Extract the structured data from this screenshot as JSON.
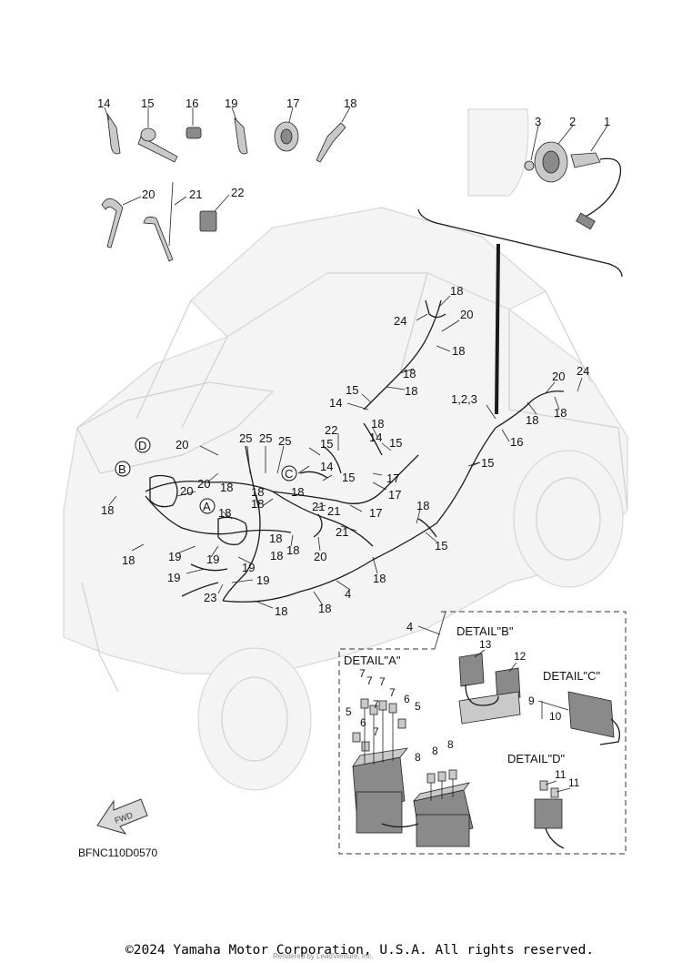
{
  "diagram": {
    "code": "BFNC110D0570",
    "copyright": "©2024 Yamaha Motor Corporation, U.S.A. All rights reserved.",
    "watermark": "Rendered by LeadVenture, Inc.",
    "fwd_label": "FWD",
    "detail_a": "DETAIL\"A\"",
    "detail_b": "DETAIL\"B\"",
    "detail_c": "DETAIL\"C\"",
    "detail_d": "DETAIL\"D\"",
    "circle_a": "A",
    "circle_b": "B",
    "circle_c": "C",
    "circle_d": "D",
    "labels": {
      "n1": "1",
      "n2": "2",
      "n3": "3",
      "n123": "1,2,3",
      "n4": "4",
      "n4b": "4",
      "n5": "5",
      "n6": "6",
      "n7": "7",
      "n8": "8",
      "n9": "9",
      "n10": "10",
      "n11": "11",
      "n12": "12",
      "n13": "13",
      "n14": "14",
      "n15": "15",
      "n16": "16",
      "n17": "17",
      "n18": "18",
      "n19": "19",
      "n20": "20",
      "n21": "21",
      "n22": "22",
      "n23": "23",
      "n24": "24",
      "n25": "25"
    }
  }
}
